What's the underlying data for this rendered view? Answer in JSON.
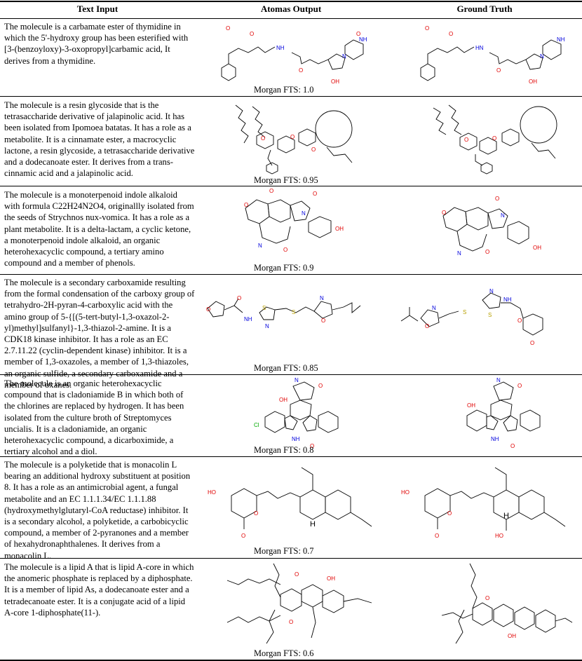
{
  "headers": {
    "text_input": "Text Input",
    "atomas_output": "Atomas Output",
    "ground_truth": "Ground Truth"
  },
  "rows": [
    {
      "text": "The molecule is a carbamate ester of thymidine in which the 5'-hydroxy group has been esterified with [3-(benzoyloxy)-3-oxopropyl]carbamic acid, It derives from a thymidine.",
      "score": "Morgan FTS: 1.0"
    },
    {
      "text": "The molecule is a resin glycoside that is the tetrasaccharide derivative of jalapinolic acid. It has been isolated from Ipomoea batatas. It has a role as a metabolite. It is a cinnamate ester, a macrocyclic lactone, a resin glycoside, a tetrasaccharide derivative and a dodecanoate ester. It derives from a trans-cinnamic acid and a jalapinolic acid.",
      "score": "Morgan FTS: 0.95"
    },
    {
      "text": "The molecule is a monoterpenoid indole alkaloid with formula C22H24N2O4, originallly isolated from the seeds of Strychnos nux-vomica. It has a role as a plant metabolite. It is a delta-lactam, a cyclic ketone, a monoterpenoid indole alkaloid, an organic heterohexacyclic compound, a tertiary amino compound and a member of phenols.",
      "score": "Morgan FTS: 0.9"
    },
    {
      "text": "The molecule is a secondary carboxamide resulting from the formal condensation of the carboxy group of tetrahydro-2H-pyran-4-carboxylic acid with the amino group of 5-{[(5-tert-butyl-1,3-oxazol-2-yl)methyl]sulfanyl}-1,3-thiazol-2-amine. It is a CDK18 kinase inhibitor. It has a role as an EC 2.7.11.22 (cyclin-dependent kinase) inhibitor. It is a member of 1,3-oxazoles, a member of 1,3-thiazoles, an organic sulfide, a secondary carboxamide and a member of oxanes.",
      "score": "Morgan FTS: 0.85"
    },
    {
      "text": "The molecule is an organic heterohexacyclic compound that is cladoniamide B in which both of the chlorines are replaced by hydrogen. It has been isolated from the culture broth of Streptomyces uncialis. It is a cladoniamide, an organic heterohexacyclic compound, a dicarboximide, a tertiary alcohol and a diol.",
      "score": "Morgan FTS: 0.8"
    },
    {
      "text": "The molecule is a polyketide that is monacolin L bearing an additional hydroxy substituent at position 8. It has a role as an antimicrobial agent, a fungal metabolite and an EC 1.1.1.34/EC 1.1.1.88 (hydroxymethylglutaryl-CoA reductase) inhibitor. It is a secondary alcohol, a polyketide, a carbobicyclic compound, a member of 2-pyranones and a member of hexahydronaphthalenes. It derives from a monacolin L.",
      "score": "Morgan FTS: 0.7"
    },
    {
      "text": "The molecule is a lipid A that is lipid A-core in which the anomeric phosphate is replaced by a diphosphate. It is a member of lipid As, a dodecanoate ester and a tetradecanoate ester. It is a conjugate acid of a lipid A-core 1-diphosphate(11-).",
      "score": "Morgan FTS: 0.6"
    }
  ],
  "atom_labels": {
    "o": "O",
    "oh": "OH",
    "ho": "HO",
    "nh": "NH",
    "n": "N",
    "hn": "HN",
    "s": "S",
    "cl": "Cl",
    "h": "H"
  }
}
